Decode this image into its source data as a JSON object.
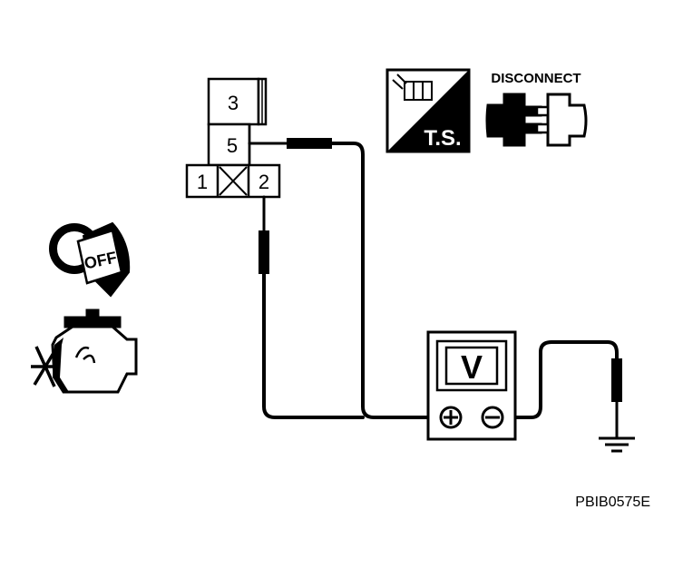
{
  "connector": {
    "pin_3": "3",
    "pin_5": "5",
    "pin_1": "1",
    "pin_2": "2"
  },
  "ignition": {
    "label": "OFF"
  },
  "test_symbol": {
    "label": "T.S."
  },
  "disconnect": {
    "label": "DISCONNECT"
  },
  "meter": {
    "label": "V",
    "plus": "+",
    "minus": "−"
  },
  "figure_id": "PBIB0575E",
  "colors": {
    "ink": "#000000",
    "paper": "#ffffff",
    "fill": "#ffffff"
  }
}
